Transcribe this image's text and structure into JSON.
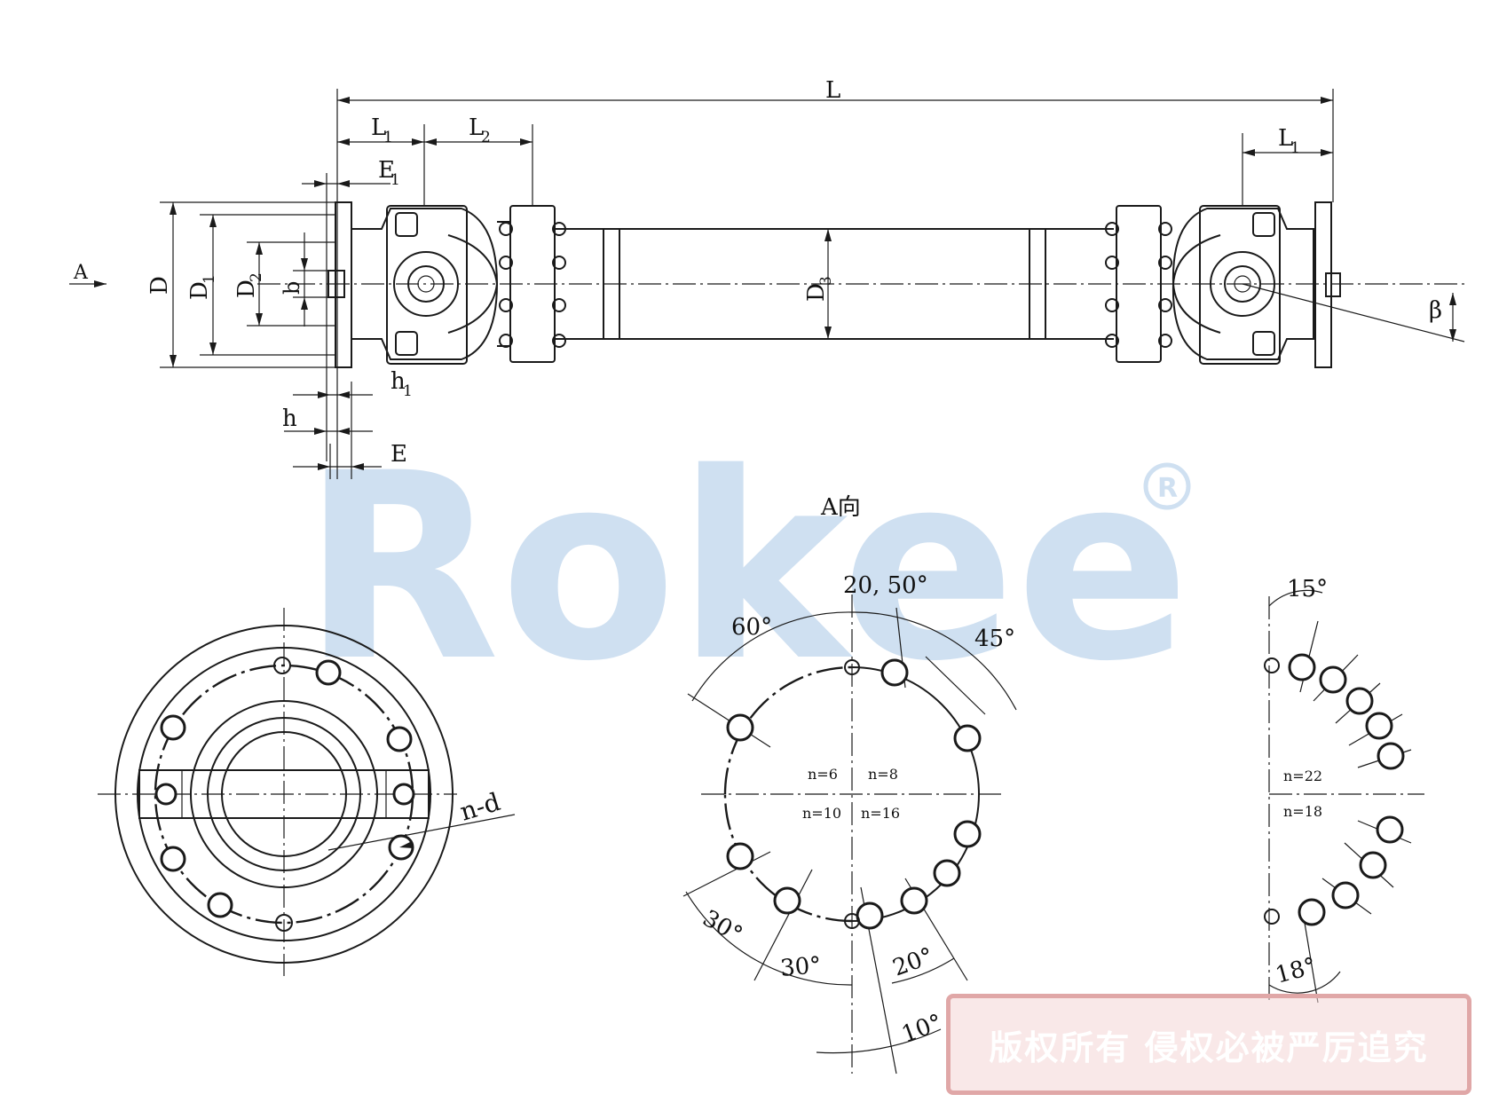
{
  "watermark": {
    "brand": "Rokee",
    "registered": "®",
    "color": "#cfe0f1"
  },
  "copyright_stamp": {
    "text": "版权所有 侵权必被严厉追究",
    "color": "#e0a7a7"
  },
  "view_labels": {
    "arrow_a": "A",
    "view_a": "A向"
  },
  "dims": {
    "L": "L",
    "L1": "L",
    "L1_sub": "1",
    "L2": "L",
    "L2_sub": "2",
    "E1": "E",
    "E1_sub": "1",
    "E": "E",
    "D": "D",
    "D1": "D",
    "D1_sub": "1",
    "D2": "D",
    "D2_sub": "2",
    "D3": "D",
    "D3_sub": "3",
    "b": "b",
    "h": "h",
    "h1": "h",
    "h1_sub": "1",
    "beta": "β",
    "n_d": "n-d"
  },
  "angles": {
    "a60": "60°",
    "a20_50": "20, 50°",
    "a45": "45°",
    "a30_left": "30°",
    "a30_bottom": "30°",
    "a20": "20°",
    "a10": "10°",
    "a15": "15°",
    "a18": "18°"
  },
  "quadrants": {
    "n6": "n=6",
    "n8": "n=8",
    "n10": "n=10",
    "n16": "n=16",
    "n22": "n=22",
    "n18": "n=18"
  }
}
